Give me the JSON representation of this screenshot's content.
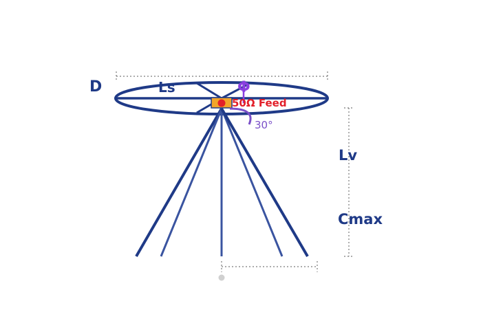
{
  "colors": {
    "structure": "#1f3a87",
    "structure_light": "#3a54a0",
    "dimension": "#7a7a7a",
    "feed_box": "#f2a52a",
    "feed_dot": "#e2202a",
    "feed_text": "#e2202a",
    "phi": "#8a3fe0",
    "angle": "#7a4fc8",
    "anchor": "#d0d0d0"
  },
  "labels": {
    "d": "D",
    "ls": "Ls",
    "phi": "Φ",
    "feed": "50Ω Feed",
    "angle": "30°",
    "lv": "Lv",
    "cmax": "Cmax"
  },
  "icons": {
    "feed_point": "feed-point-icon",
    "anchor": "ground-anchor-icon"
  }
}
